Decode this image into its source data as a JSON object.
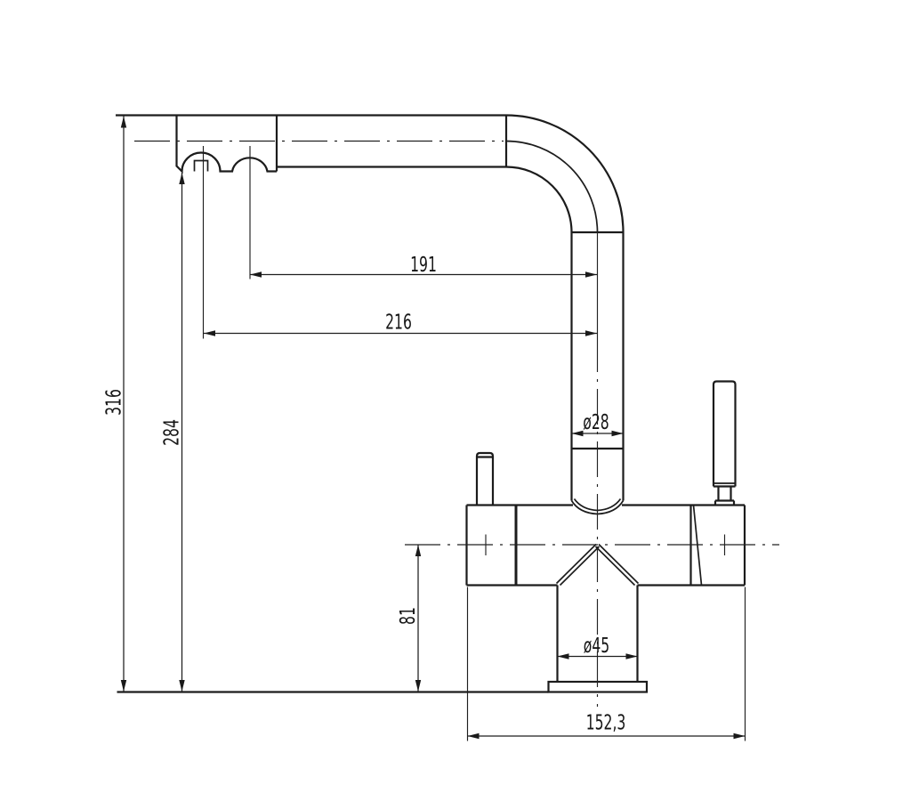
{
  "drawing": {
    "type": "technical-drawing",
    "subject": "kitchen-faucet-side-elevation",
    "units": "mm",
    "labels": {
      "spout_reach_inner": "191",
      "spout_reach_outer": "216",
      "total_height": "316",
      "aerator_height": "284",
      "pipe_diameter": "ø28",
      "shank_diameter": "ø45",
      "body_height": "81",
      "body_width": "152,3"
    },
    "colors": {
      "line": "#1c1c1c",
      "background": "#ffffff"
    }
  }
}
